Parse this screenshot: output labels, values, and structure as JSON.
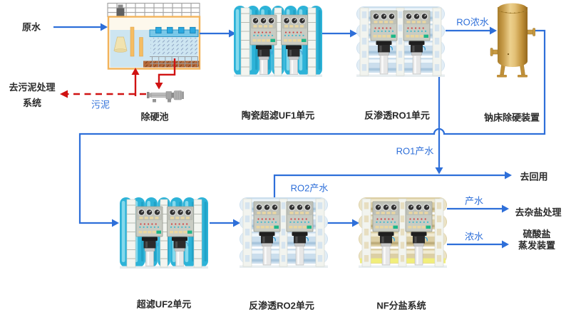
{
  "diagram": {
    "equipment": {
      "pool": "除硬池",
      "uf1": "陶瓷超滤UF1单元",
      "ro1": "反渗透RO1单元",
      "sodium_bed": "钠床除硬装置",
      "uf2": "超滤UF2单元",
      "ro2": "反渗透RO2单元",
      "nf": "NF分盐系统"
    },
    "endpoints": {
      "raw_water": "原水",
      "sludge_line1": "去污泥处理",
      "sludge_line2": "系统",
      "reuse": "去回用",
      "mixed_salt": "去杂盐处理",
      "sulfate_line1": "硫酸盐",
      "sulfate_line2": "蒸发装置"
    },
    "streams": {
      "ro_concentrate": "RO浓水",
      "ro1_product": "RO1产水",
      "ro2_product": "RO2产水",
      "nf_product": "产水",
      "nf_concentrate": "浓水",
      "sludge": "污泥"
    },
    "colors": {
      "flow_line": "#2e6fd9",
      "sludge_line": "#d01212",
      "uf_cylinder": "#2db3d8",
      "ro_cylinder": "#cbdeed",
      "nf_cylinder": "#dccfa4",
      "vessel_gold": "#d6a74f"
    }
  }
}
